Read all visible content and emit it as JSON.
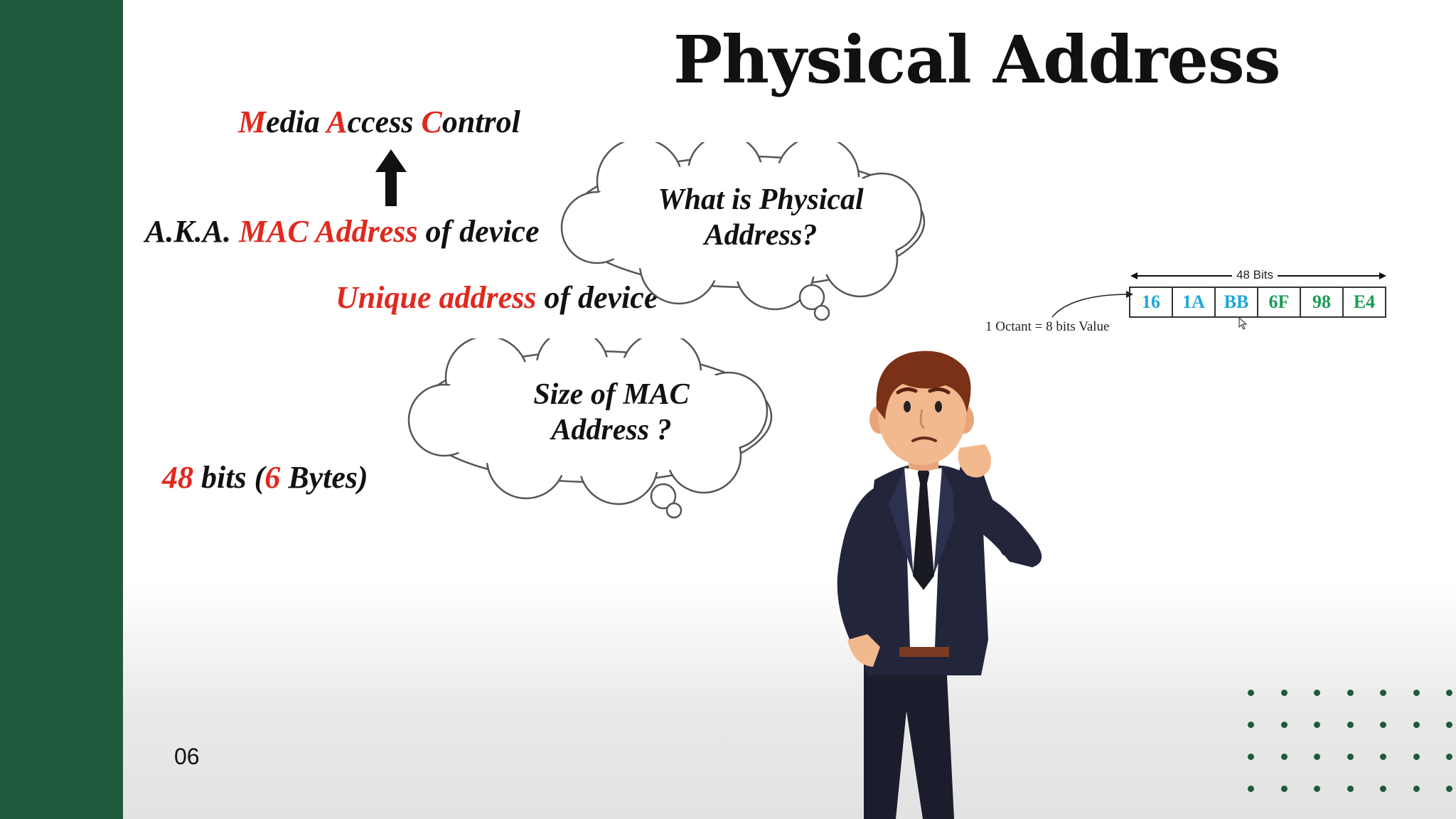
{
  "slide": {
    "title": "Physical Address",
    "mac_expansion": {
      "m": "M",
      "edia": "edia ",
      "a": "A",
      "ccess": "ccess ",
      "c": "C",
      "ontrol": "ontrol"
    },
    "aka": {
      "prefix": "A.K.A. ",
      "highlight": "MAC Address",
      "suffix": " of device"
    },
    "unique": {
      "highlight": "Unique address",
      "suffix": " of device"
    },
    "question_1": {
      "line1": "What is Physical",
      "line2": "Address?"
    },
    "question_2": {
      "line1": "Size of MAC",
      "line2": "Address ?"
    },
    "size_answer": {
      "n1": "48",
      "t1": " bits (",
      "n2": "6",
      "t2": " Bytes)"
    },
    "diagram": {
      "bits_label": "48 Bits",
      "octets": [
        {
          "value": "16",
          "color": "#1ea7d9"
        },
        {
          "value": "1A",
          "color": "#1ea7d9"
        },
        {
          "value": "BB",
          "color": "#1ea7d9"
        },
        {
          "value": "6F",
          "color": "#1c9a58"
        },
        {
          "value": "98",
          "color": "#1c9a58"
        },
        {
          "value": "E4",
          "color": "#1c9a58"
        }
      ],
      "octant_label": "1 Octant = 8 bits Value"
    },
    "page_number": "06",
    "colors": {
      "accent_red": "#e0291f",
      "sidebar_green": "#1f5a3c"
    }
  }
}
